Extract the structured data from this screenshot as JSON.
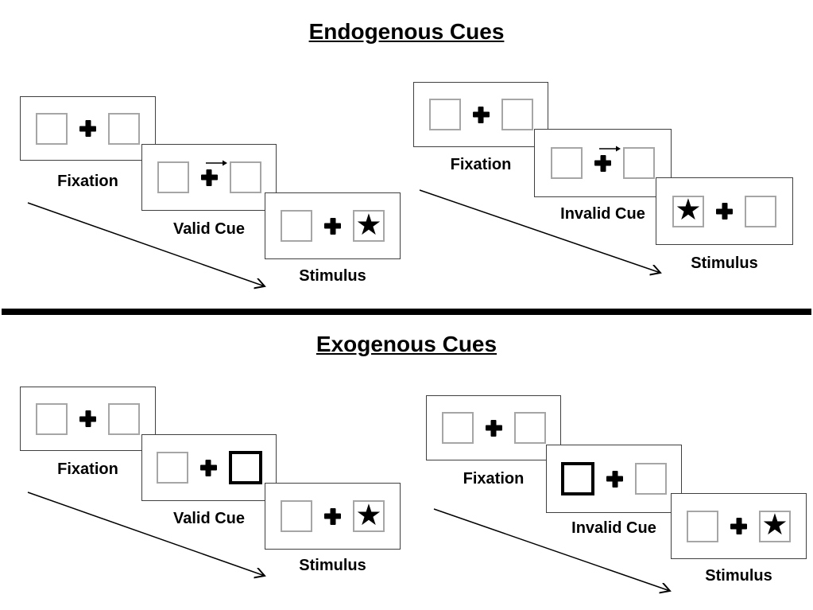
{
  "sections": [
    {
      "title": "Endogenous Cues",
      "groups": [
        {
          "name": "valid-cue-sequence",
          "panels": [
            {
              "label": "Fixation"
            },
            {
              "label": "Valid Cue"
            },
            {
              "label": "Stimulus"
            }
          ]
        },
        {
          "name": "invalid-cue-sequence",
          "panels": [
            {
              "label": "Fixation"
            },
            {
              "label": "Invalid Cue"
            },
            {
              "label": "Stimulus"
            }
          ]
        }
      ]
    },
    {
      "title": "Exogenous Cues",
      "groups": [
        {
          "name": "valid-cue-sequence",
          "panels": [
            {
              "label": "Fixation"
            },
            {
              "label": "Valid Cue"
            },
            {
              "label": "Stimulus"
            }
          ]
        },
        {
          "name": "invalid-cue-sequence",
          "panels": [
            {
              "label": "Fixation"
            },
            {
              "label": "Invalid Cue"
            },
            {
              "label": "Stimulus"
            }
          ]
        }
      ]
    }
  ],
  "glyphs": {
    "star": "★"
  },
  "colors": {
    "panel_border": "#3f3f3f",
    "box_border": "#a6a6a6",
    "bold_box_border": "#000000",
    "ink": "#000000",
    "divider": "#000000",
    "background": "#ffffff"
  }
}
